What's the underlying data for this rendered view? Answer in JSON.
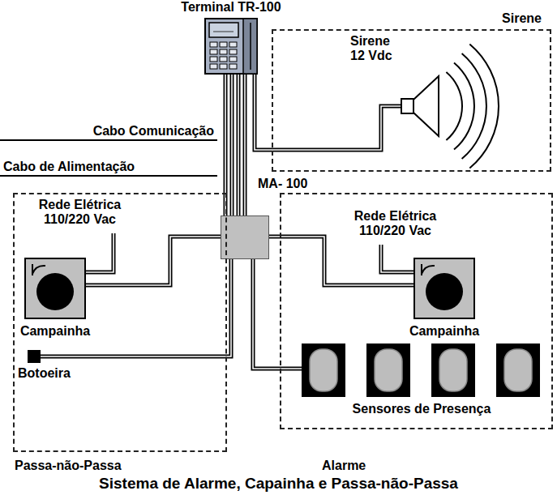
{
  "diagram": {
    "caption": "Sistema de Alarme, Capainha e Passa-não-Passa",
    "nodes": [
      {
        "text": [
          "Terminal TR-100"
        ]
      },
      {
        "text": [
          "Sirene"
        ]
      },
      {
        "text": [
          "Sirene 12 Vdc"
        ],
        "in": 1
      },
      {
        "text": [
          "MA- 100"
        ]
      },
      {
        "text": [
          "Passa-não-Passa"
        ]
      },
      {
        "text": [
          "Campainha"
        ],
        "in": 4
      },
      {
        "text": [
          "Botoeira"
        ],
        "in": 4
      },
      {
        "text": [
          "Alarme"
        ]
      },
      {
        "text": [
          "Campainha"
        ],
        "in": 7
      },
      {
        "text": [
          "Sensores de Presença"
        ],
        "in": 7
      }
    ],
    "edges": [
      {
        "from": 0,
        "to": 3,
        "arrow": "none"
      },
      {
        "from": 0,
        "to": 2,
        "arrow": "none"
      },
      {
        "from": 3,
        "to": 5,
        "arrow": "none"
      },
      {
        "from": 3,
        "to": 6,
        "arrow": "none"
      },
      {
        "from": 3,
        "to": 8,
        "arrow": "none"
      },
      {
        "from": 3,
        "to": 9,
        "arrow": "none"
      }
    ],
    "labels": [
      "Cabo Comunicação",
      "Cabo de Alimentação",
      "Rede Elétrica 110/220 Vac",
      "Rede Elétrica 110/220 Vac"
    ]
  }
}
